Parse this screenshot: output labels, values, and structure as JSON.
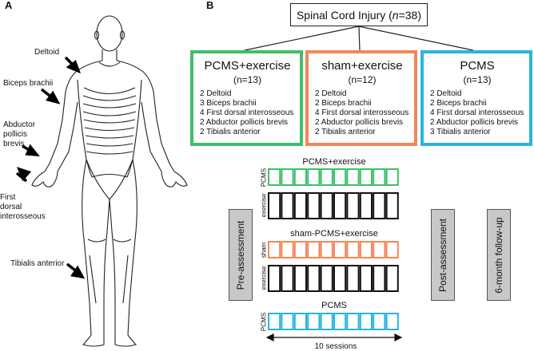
{
  "panels": {
    "a": "A",
    "b": "B"
  },
  "muscles": {
    "deltoid": "Deltoid",
    "biceps": "Biceps brachii",
    "apb": [
      "Abductor",
      "pollicis",
      "brevis"
    ],
    "fdi": [
      "First",
      "dorsal",
      "interosseous"
    ],
    "ta": "Tibialis anterior"
  },
  "top": {
    "label": "Spinal Cord Injury (",
    "n_italic": "n",
    "eq": "=38)"
  },
  "groups": [
    {
      "title": "PCMS+exercise",
      "n": "(n=13)",
      "color": "#3fbf6b",
      "items": [
        "2 Deltoid",
        "3 Biceps brachii",
        "4 First dorsal interosseous",
        "2 Abductor pollicis brevis",
        "2 Tibialis anterior"
      ]
    },
    {
      "title": "sham+exercise",
      "n": "(n=12)",
      "color": "#f0875a",
      "items": [
        "2 Deltoid",
        "2 Biceps brachii",
        "4 First dorsal interosseous",
        "2 Abductor pollicis brevis",
        "2 Tibialis anterior"
      ]
    },
    {
      "title": "PCMS",
      "n": "(n=13)",
      "color": "#2ab3e3",
      "items": [
        "2 Deltoid",
        "2 Biceps brachii",
        "4 First dorsal interosseous",
        "2 Abductor pollicis brevis",
        "3 Tibialis anterior"
      ]
    }
  ],
  "schedule": {
    "blocks": [
      {
        "title": "PCMS+exercise",
        "rows": [
          {
            "label": "PCMS",
            "color": "#3fbf6b"
          },
          {
            "label": "exercise",
            "color": "#111111"
          }
        ]
      },
      {
        "title": "sham-PCMS+exercise",
        "rows": [
          {
            "label": "sham",
            "color": "#f0875a"
          },
          {
            "label": "exercise",
            "color": "#111111"
          }
        ]
      },
      {
        "title": "PCMS",
        "rows": [
          {
            "label": "PCMS",
            "color": "#2ab3e3"
          }
        ]
      }
    ],
    "session_count": 10,
    "sessions_label": "10 sessions"
  },
  "assessments": {
    "pre": "Pre-assessment",
    "post": "Post-assessment",
    "followup": "6-month follow-up"
  }
}
